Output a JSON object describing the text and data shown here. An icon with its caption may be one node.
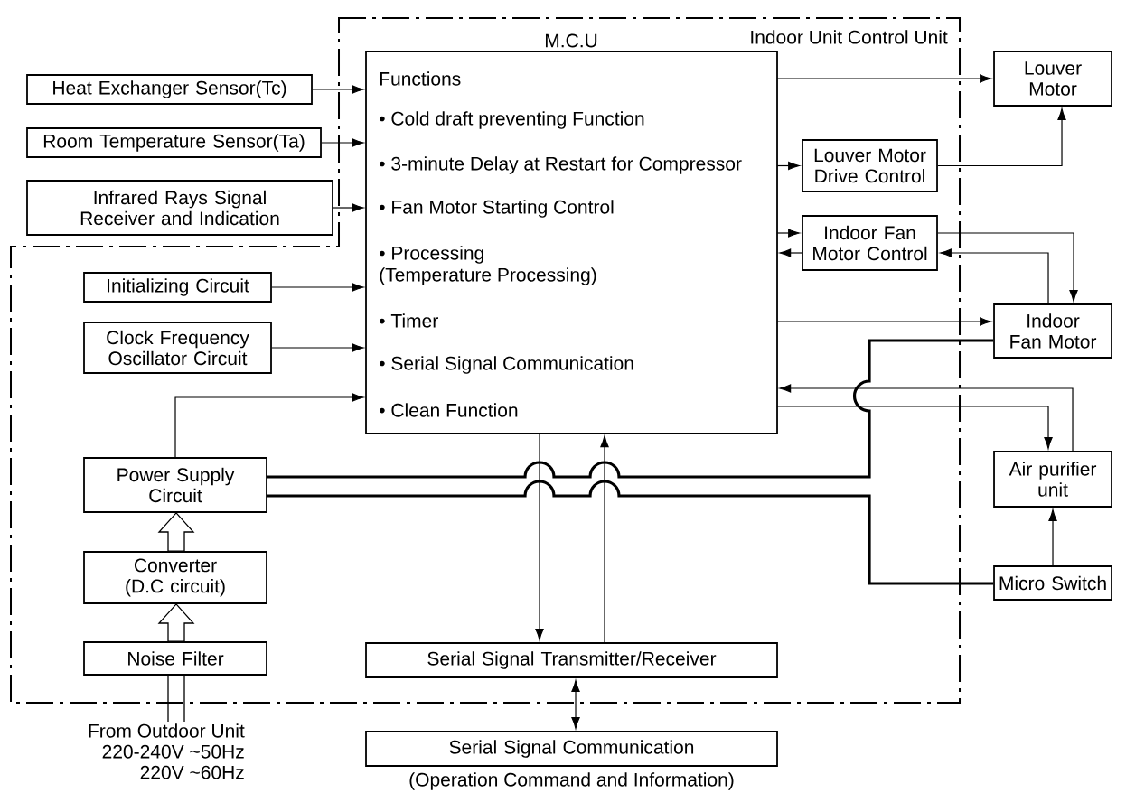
{
  "diagram": {
    "nodes": [
      {
        "text": [
          "Indoor Unit Control Unit"
        ]
      },
      {
        "text": [
          "M.C.U",
          "Functions",
          "• Cold draft preventing Function",
          "• 3-minute Delay at Restart for Compressor",
          "• Fan Motor Starting Control",
          "• Processing",
          "(Temperature Processing)",
          "• Timer",
          "• Serial Signal Communication",
          "• Clean Function"
        ],
        "in": 0
      },
      {
        "text": [
          "Heat Exchanger Sensor(Tc)"
        ]
      },
      {
        "text": [
          "Room Temperature Sensor(Ta)"
        ]
      },
      {
        "text": [
          "Infrared Rays Signal Receiver and Indication"
        ]
      },
      {
        "text": [
          "Louver Motor"
        ]
      },
      {
        "text": [
          "Louver Motor Drive Control"
        ],
        "in": 0
      },
      {
        "text": [
          "Indoor Fan Motor Control"
        ],
        "in": 0
      },
      {
        "text": [
          "Initializing Circuit"
        ],
        "in": 0
      },
      {
        "text": [
          "Indoor Fan Motor"
        ]
      },
      {
        "text": [
          "Clock Frequency Oscillator Circuit"
        ],
        "in": 0
      },
      {
        "text": [
          "Air purifier unit"
        ]
      },
      {
        "text": [
          "Power Supply Circuit"
        ],
        "in": 0
      },
      {
        "text": [
          "Converter (D.C circuit)"
        ],
        "in": 0
      },
      {
        "text": [
          "Micro Switch"
        ]
      },
      {
        "text": [
          "Noise Filter"
        ],
        "in": 0
      },
      {
        "text": [
          "Serial Signal Transmitter/Receiver"
        ],
        "in": 0
      },
      {
        "text": [
          "Serial Signal Communication"
        ],
        "beside": [
          "(Operation Command and Information)"
        ]
      },
      {
        "text": [
          "From Outdoor Unit",
          "220-240V  ~50Hz",
          "220V  ~60Hz"
        ]
      }
    ],
    "edges": [
      {
        "from": 2,
        "to": 1,
        "arrow": "to"
      },
      {
        "from": 3,
        "to": 1,
        "arrow": "to"
      },
      {
        "from": 4,
        "to": 1,
        "arrow": "to"
      },
      {
        "from": 1,
        "to": 5,
        "arrow": "to"
      },
      {
        "from": 1,
        "to": 6,
        "arrow": "to"
      },
      {
        "from": 6,
        "to": 5,
        "arrow": "to"
      },
      {
        "from": 1,
        "to": 7,
        "arrow": "to"
      },
      {
        "from": 7,
        "to": 1,
        "arrow": "to"
      },
      {
        "from": 7,
        "to": 9,
        "arrow": "to"
      },
      {
        "from": 9,
        "to": 7,
        "arrow": "to"
      },
      {
        "from": 8,
        "to": 1,
        "arrow": "to"
      },
      {
        "from": 1,
        "to": 9,
        "arrow": "to"
      },
      {
        "from": 10,
        "to": 1,
        "arrow": "to"
      },
      {
        "from": 12,
        "to": 1,
        "arrow": "to"
      },
      {
        "from": 11,
        "to": 1,
        "arrow": "to"
      },
      {
        "from": 1,
        "to": 11,
        "arrow": "to"
      },
      {
        "from": 12,
        "to": 9,
        "arrow": "none",
        "style": "thick"
      },
      {
        "from": 12,
        "to": 14,
        "arrow": "none",
        "style": "thick"
      },
      {
        "from": 14,
        "to": 11,
        "arrow": "to"
      },
      {
        "from": 1,
        "to": 16,
        "arrow": "to"
      },
      {
        "from": 16,
        "to": 1,
        "arrow": "to"
      },
      {
        "from": 16,
        "to": 17,
        "arrow": "both"
      },
      {
        "from": 15,
        "to": 13,
        "arrow": "to"
      },
      {
        "from": 13,
        "to": 12,
        "arrow": "to"
      },
      {
        "from": 18,
        "to": 15,
        "arrow": "none"
      }
    ]
  }
}
